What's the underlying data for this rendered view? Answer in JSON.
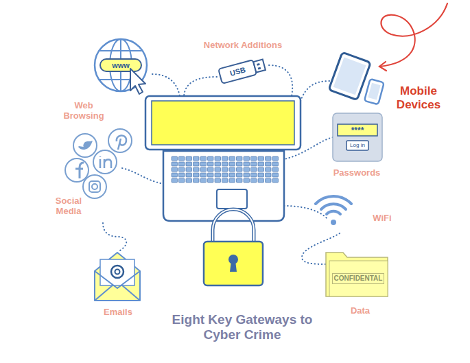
{
  "diagram": {
    "title": "Eight Key Gateways to Cyber Crime",
    "labels": [
      "Network Additions",
      "Web Browsing",
      "Social Media",
      "Emails",
      "Data",
      "WiFi",
      "Passwords",
      "Mobile Devices",
      "www",
      "USB",
      "****",
      "Log in",
      "CONFIDENTAL"
    ]
  }
}
